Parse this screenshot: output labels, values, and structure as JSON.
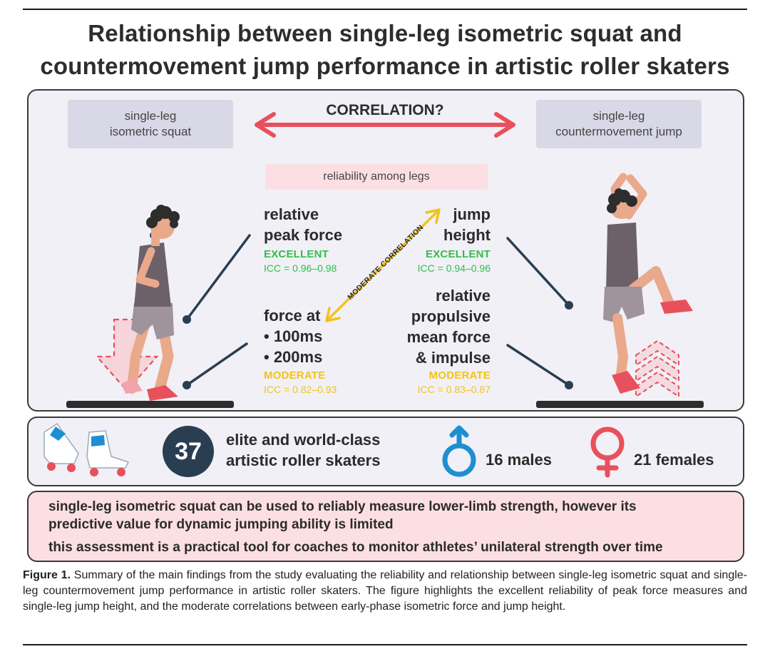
{
  "title": {
    "line1": "Relationship between single-leg isometric squat and",
    "line2": "countermovement jump performance in artistic roller skaters"
  },
  "left_test": {
    "line1": "single-leg",
    "line2": "isometric squat"
  },
  "right_test": {
    "line1": "single-leg",
    "line2": "countermovement jump"
  },
  "correlation_label": "CORRELATION?",
  "reliability_label": "reliability among legs",
  "moderate_correlation_label": "MODERATE CORRELATION",
  "left_metrics": [
    {
      "line1": "relative",
      "line2": "peak force",
      "rating": "EXCELLENT",
      "icc": "ICC = 0.96–0.98"
    },
    {
      "line1": "force at",
      "line2": "• 100ms",
      "line3": "• 200ms",
      "rating": "MODERATE",
      "icc": "ICC = 0.82–0.93"
    }
  ],
  "right_metrics": [
    {
      "line1": "jump",
      "line2": "height",
      "rating": "EXCELLENT",
      "icc": "ICC = 0.94–0.96"
    },
    {
      "line1": "relative",
      "line2": "propulsive",
      "line3": "mean force",
      "line4": "& impulse",
      "rating": "MODERATE",
      "icc": "ICC = 0.83–0.87"
    }
  ],
  "participants": {
    "count": "37",
    "line1": "elite and world-class",
    "line2": "artistic roller skaters",
    "males": "16 males",
    "females": "21 females"
  },
  "conclusions": {
    "line1": "single-leg isometric squat can be used to reliably measure lower-limb strength, however its",
    "line2": "predictive value for dynamic jumping ability is limited",
    "line3": "this assessment is a practical tool for coaches to monitor athletes’ unilateral strength over time"
  },
  "caption": {
    "label": "Figure 1.",
    "text": " Summary of the main findings from the study evaluating the reliability and relationship between single-leg isometric squat and single-leg countermovement jump performance in artistic roller skaters. The figure highlights the excellent reliability of peak force measures and single-leg jump height, and the moderate correlations between early-phase isometric force and jump height."
  },
  "colors": {
    "excellent": "#2fbf4a",
    "moderate": "#f2c31c",
    "arrow_red": "#e8505b",
    "male_blue": "#1e8fd0",
    "female_red": "#e8505b",
    "panel_bg": "#f1f0f6",
    "conclusion_bg": "#fcdfe2",
    "count_circle": "#2a3e52"
  },
  "icons": [
    "roller-skates-icon",
    "male-symbol-icon",
    "female-symbol-icon",
    "double-arrow-icon",
    "down-arrow-icon",
    "up-chevrons-icon"
  ]
}
